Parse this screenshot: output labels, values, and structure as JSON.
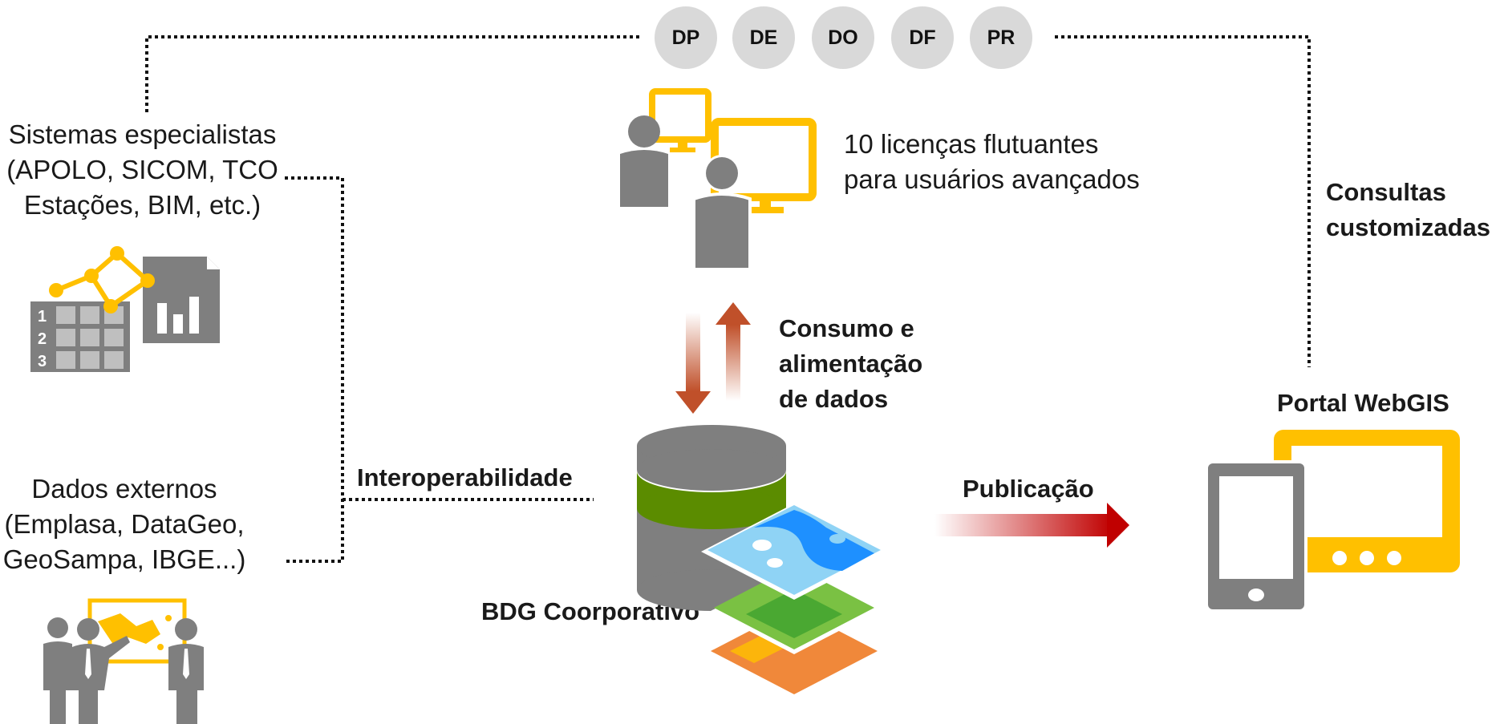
{
  "departments": [
    "DP",
    "DE",
    "DO",
    "DF",
    "PR"
  ],
  "left": {
    "systems_lines": [
      "Sistemas especialistas",
      "(APOLO, SICOM, TCO",
      "Estações, BIM, etc.)"
    ],
    "external_lines": [
      "Dados externos",
      "(Emplasa, DataGeo,",
      "GeoSampa, IBGE...)"
    ],
    "interop_label": "Interoperabilidade",
    "table_numbers": [
      "1",
      "2",
      "3"
    ]
  },
  "top": {
    "licenses_lines": [
      "10 licenças flutuantes",
      "para usuários avançados"
    ]
  },
  "center": {
    "consumption_lines": [
      "Consumo e",
      "alimentação",
      "de dados"
    ],
    "db_label": "BDG Coorporativo",
    "publish_label": "Publicação"
  },
  "right": {
    "queries_lines": [
      "Consultas",
      "customizadas"
    ],
    "portal_label": "Portal WebGIS"
  },
  "colors": {
    "gray": "#7f7f7f",
    "light_gray": "#d9d9d9",
    "yellow": "#ffc000",
    "green": "#5b8c00",
    "blue": "#6fcaf0",
    "red": "#c00000",
    "brown": "#c0502a",
    "orange": "#f0883a"
  }
}
